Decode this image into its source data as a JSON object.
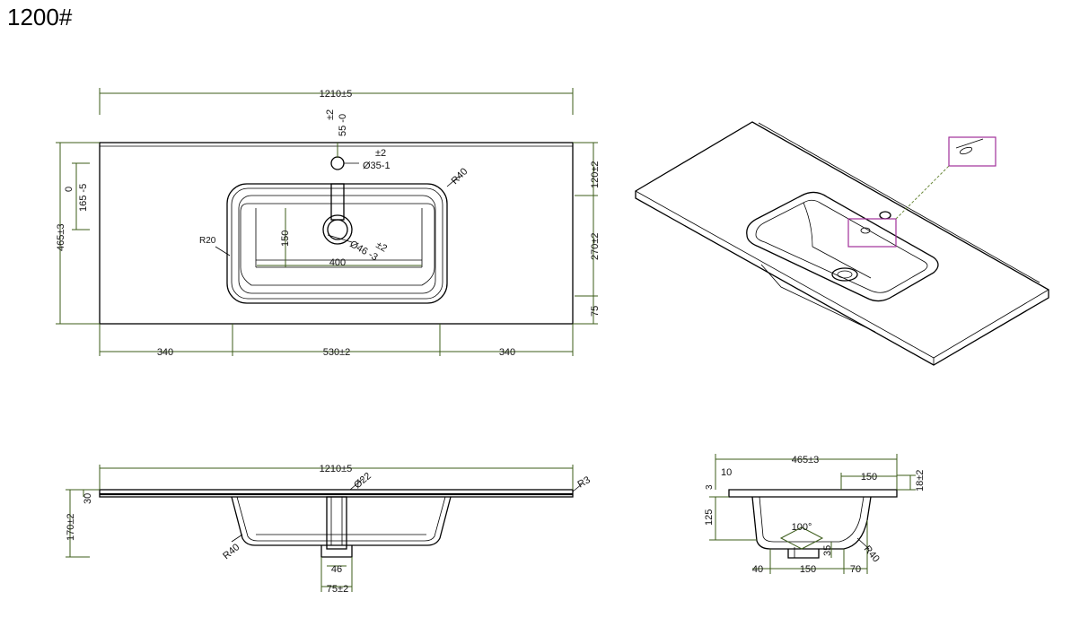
{
  "title": "1200#",
  "top_view": {
    "overall_width": "1210±5",
    "depth": "465±3",
    "tap_hole_offset_tol": "±2",
    "tap_hole_offset": "55 -0",
    "tap_hole_dia_tol": "±2",
    "tap_hole_dia": "Ø35-1",
    "tap_zone_top": "0",
    "tap_zone_bottom": "165 -5",
    "back_margin": "120±2",
    "basin_depth": "270±2",
    "front_margin": "75",
    "corner_radius_outer": "R40",
    "corner_radius_inner": "R20",
    "inner_depth": "150",
    "inner_width": "400",
    "drain_dia_tol": "±2",
    "drain_dia": "Ø46 -3",
    "left_margin": "340",
    "basin_width": "530±2",
    "right_margin": "340"
  },
  "front_view": {
    "overall_width": "1210±5",
    "edge_radius": "R3",
    "drain_dia": "Ø22",
    "thickness": "30",
    "total_height": "170±2",
    "bottom_radius": "R40",
    "drain_width": "46",
    "drain_flange": "75±2"
  },
  "side_view": {
    "depth": "465±3",
    "back_lip": "10",
    "front_zone": "150",
    "thickness": "18±2",
    "top_step": "3",
    "bowl_height": "125",
    "slope_angle": "100°",
    "drain_height": "35",
    "bottom_radius": "R40",
    "back_offset": "40",
    "bottom_width": "150",
    "front_offset": "70"
  }
}
